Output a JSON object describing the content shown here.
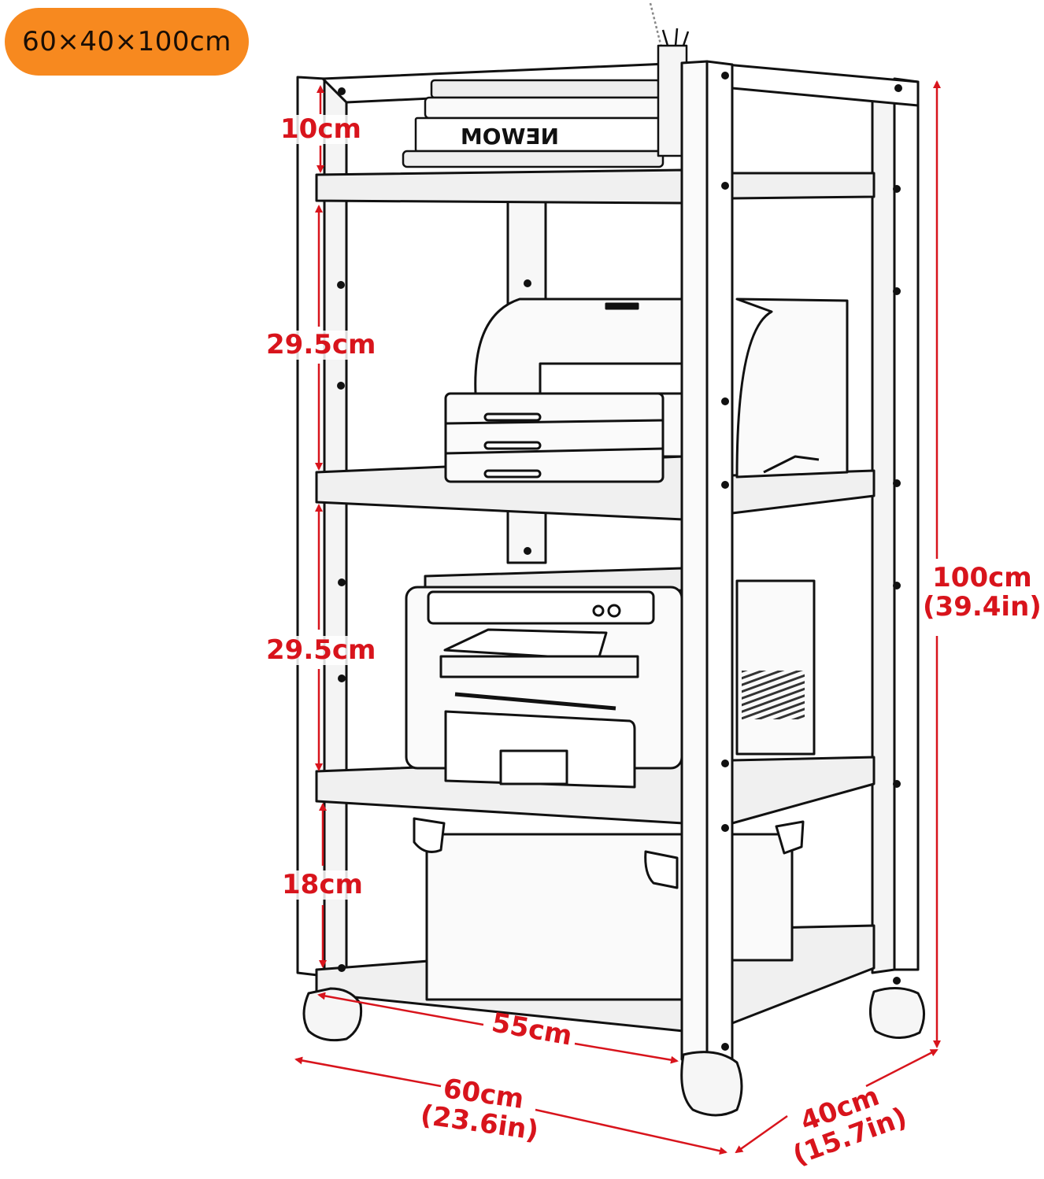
{
  "badge": {
    "label": "60×40×100cm",
    "color": "#f7891f"
  },
  "colors": {
    "dimension": "#d8141c",
    "line": "#111111",
    "panel": "#f2f2f2"
  },
  "product": {
    "type": "4-tier rolling printer shelf / cart",
    "shelves": 4,
    "items_on_shelves": [
      "books and pen holder",
      "laser printer with paper trays",
      "multifunction printer / copier",
      "storage box"
    ],
    "casters": 4
  },
  "dimensions": {
    "top_gap": "10cm",
    "tier2_gap": "29.5cm",
    "tier3_gap": "29.5cm",
    "bottom_gap": "18cm",
    "inner_width": "55cm",
    "height": {
      "cm": "100cm",
      "in": "(39.4in)"
    },
    "width": {
      "cm": "60cm",
      "in": "(23.6in)"
    },
    "depth": {
      "cm": "40cm",
      "in": "(15.7in)"
    }
  },
  "book_spine_text": "NEWOM"
}
